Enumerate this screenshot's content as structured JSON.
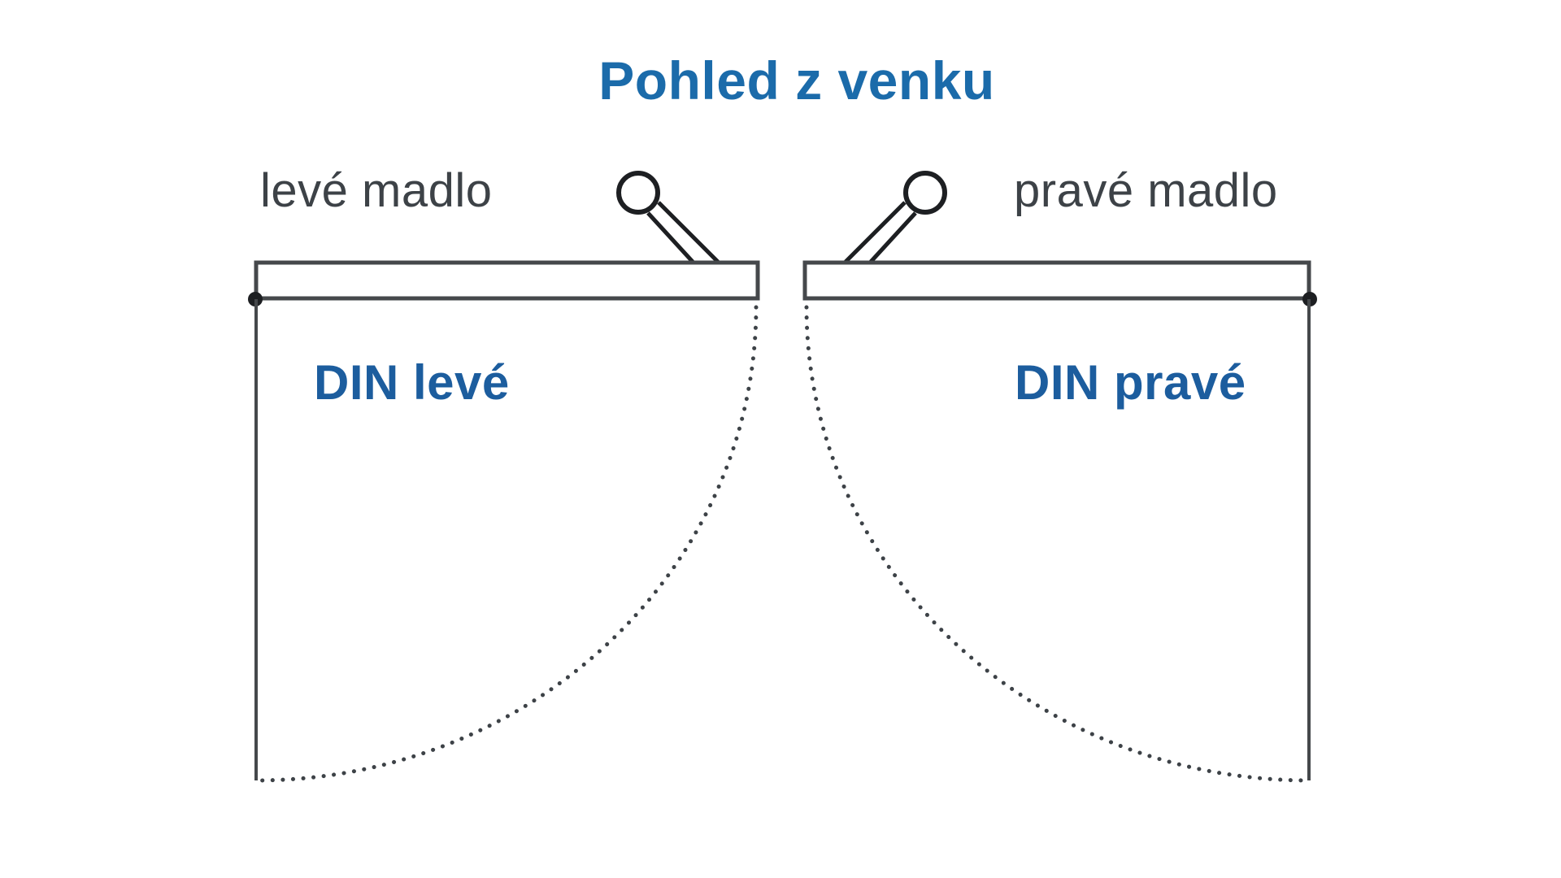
{
  "title": "Pohled z venku",
  "diagram": {
    "left_door": {
      "handle_label": "levé madlo",
      "din_label": "DIN levé"
    },
    "right_door": {
      "handle_label": "pravé madlo",
      "din_label": "DIN pravé"
    }
  },
  "icons": {
    "left_handle": "door-knob-with-shaft",
    "right_handle": "door-knob-with-shaft",
    "left_hinge": "hinge-point-dot",
    "right_hinge": "hinge-point-dot"
  },
  "colors": {
    "title_blue": "#1b6baa",
    "din_blue": "#1c5d9e",
    "label_gray": "#3d4247",
    "line_dark": "#45484b",
    "dot_black": "#1d1f22",
    "background": "#ffffff"
  }
}
